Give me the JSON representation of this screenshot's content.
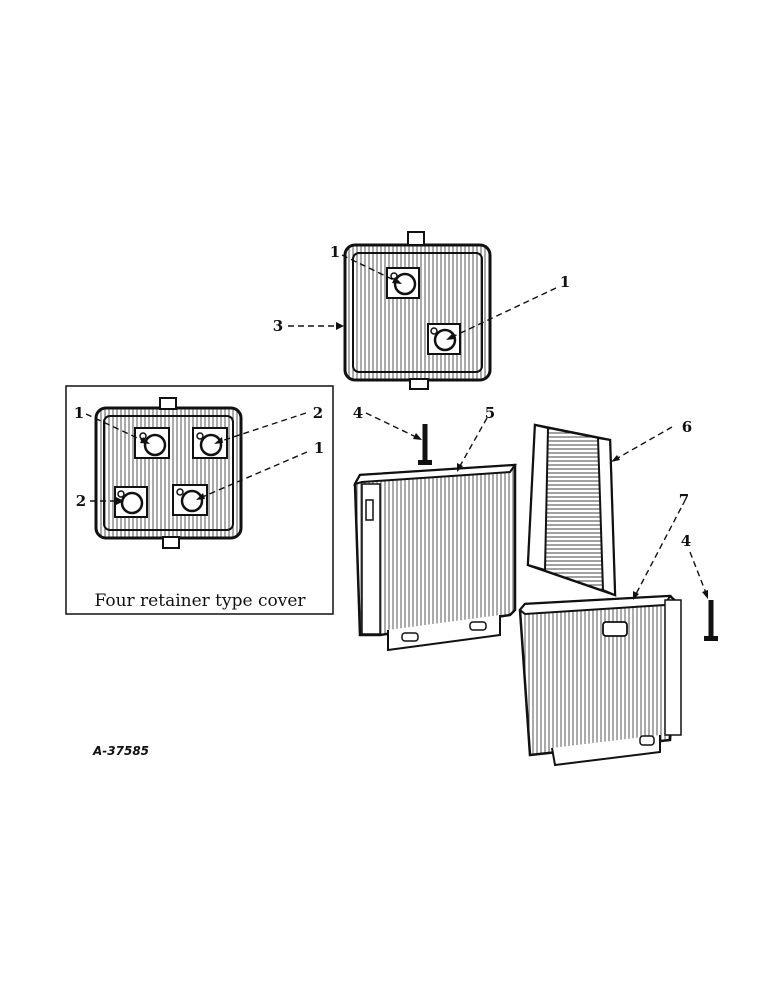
{
  "callouts": {
    "main_cover_retainer_upper": "1",
    "main_cover_retainer_right": "1",
    "main_cover_body": "3",
    "inset_retainer_upper_left": "1",
    "inset_retainer_upper_right": "2",
    "inset_retainer_lower_right": "1",
    "inset_retainer_lower_left": "2",
    "bolt_left": "4",
    "bolt_right": "4",
    "left_shell": "5",
    "center_plate": "6",
    "right_shell": "7"
  },
  "inset": {
    "caption": "Four retainer type cover"
  },
  "reference_number": "A-37585"
}
